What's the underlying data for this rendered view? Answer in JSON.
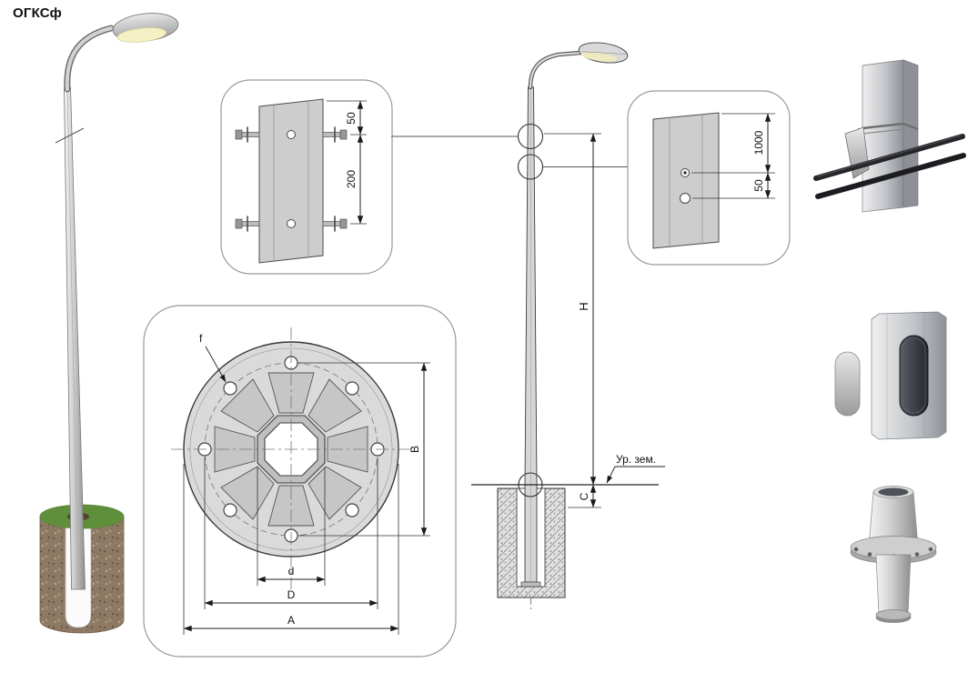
{
  "title": "ОГКСф",
  "clamp_detail": {
    "dim_top": "50",
    "dim_span": "200"
  },
  "ground_bolt_detail": {
    "dim_span": "1000",
    "dim_offset": "50"
  },
  "flange_detail": {
    "hole_label": "f",
    "dim_bolt_vertical": "B",
    "dim_shaft": "d",
    "dim_bolt_circle": "D",
    "dim_flange": "A"
  },
  "elevation": {
    "dim_height": "H",
    "dim_base": "C",
    "ground_level_label": "Ур. зем."
  }
}
